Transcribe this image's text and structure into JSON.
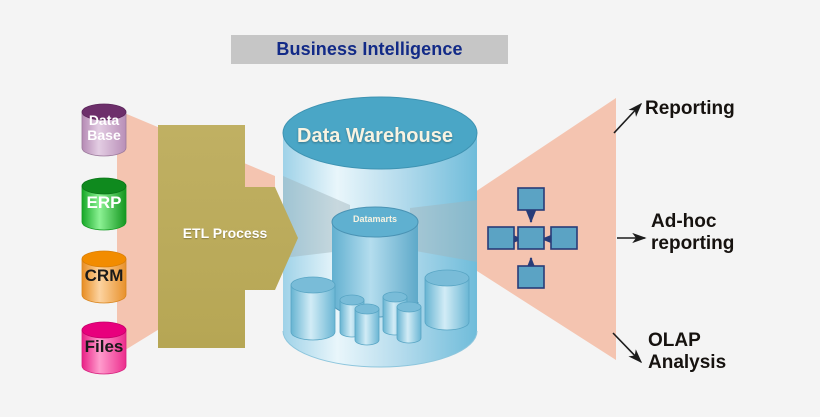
{
  "diagram": {
    "title": "Business Intelligence",
    "title_background": "#c6c6c6",
    "title_color": "#122a87",
    "canvas_background": "#f4f4f4"
  },
  "sources": {
    "section_name": "source-systems",
    "items": [
      {
        "label_line1": "Data",
        "label_line2": "Base",
        "name": "database",
        "top_color": "#6d2f6b",
        "body_color": "#c9a8c9",
        "text_color": "#ffffff"
      },
      {
        "label_line1": "ERP",
        "label_line2": "",
        "name": "erp",
        "top_color": "#0f8a1e",
        "body_color": "#4fd45c",
        "text_color": "#ffffff"
      },
      {
        "label_line1": "CRM",
        "label_line2": "",
        "name": "crm",
        "top_color": "#f28c00",
        "body_color": "#f6b15a",
        "text_color": "#1a1a1a"
      },
      {
        "label_line1": "Files",
        "label_line2": "",
        "name": "files",
        "top_color": "#e8007d",
        "body_color": "#ff63b0",
        "text_color": "#1a1a1a"
      }
    ]
  },
  "etl": {
    "label": "ETL Process",
    "shape": "block-arrow",
    "fill": "#bcac5c",
    "text_color": "#ffffff",
    "funnel_fill": "#f4c4b0"
  },
  "warehouse": {
    "label": "Data Warehouse",
    "inner_label": "Datamarts",
    "top_fill": "#4aa6c6",
    "body_fill": "#bfe0ef",
    "text_color": "#f7f3e2",
    "small_cylinder_count": 6
  },
  "outputs": {
    "funnel_fill": "#f4c4b0",
    "node_fill": "#5ba3c4",
    "node_stroke": "#283c78",
    "node_count": 5,
    "arrow_color": "#1c1c1c",
    "items": [
      {
        "label": "Reporting",
        "name": "reporting",
        "arrow": "diagonal-up"
      },
      {
        "label_line1": "Ad-hoc",
        "label_line2": "reporting",
        "name": "ad-hoc-reporting",
        "arrow": "horizontal"
      },
      {
        "label_line1": "OLAP",
        "label_line2": "Analysis",
        "name": "olap-analysis",
        "arrow": "diagonal-down"
      }
    ]
  }
}
